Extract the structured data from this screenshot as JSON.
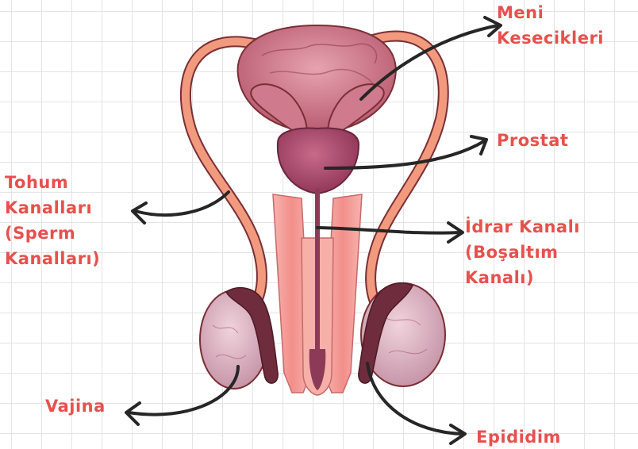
{
  "colors": {
    "label_text": "#e8504d",
    "arrow": "#262626",
    "grid": "#e4e4e4",
    "background": "#ffffff",
    "vas_deferens": "#f29a7e",
    "vas_outline": "#7a2f35",
    "bladder": "#c0697a",
    "prostate": "#a9476a",
    "penis": "#f4a49f",
    "urethra": "#8d3a58",
    "testis": "#d6a3b4",
    "epididymis": "#6e2c3c"
  },
  "labels": {
    "seminal_vesicles": [
      "Meni",
      "Kesecikleri"
    ],
    "prostate": [
      "Prostat"
    ],
    "vas_deferens": [
      "Tohum",
      "Kanalları",
      "(Sperm",
      "Kanalları)"
    ],
    "urethra": [
      "İdrar Kanalı",
      "(Boşaltım",
      "Kanalı)"
    ],
    "vagina": [
      "Vajina"
    ],
    "epididymis": [
      "Epididim"
    ]
  }
}
